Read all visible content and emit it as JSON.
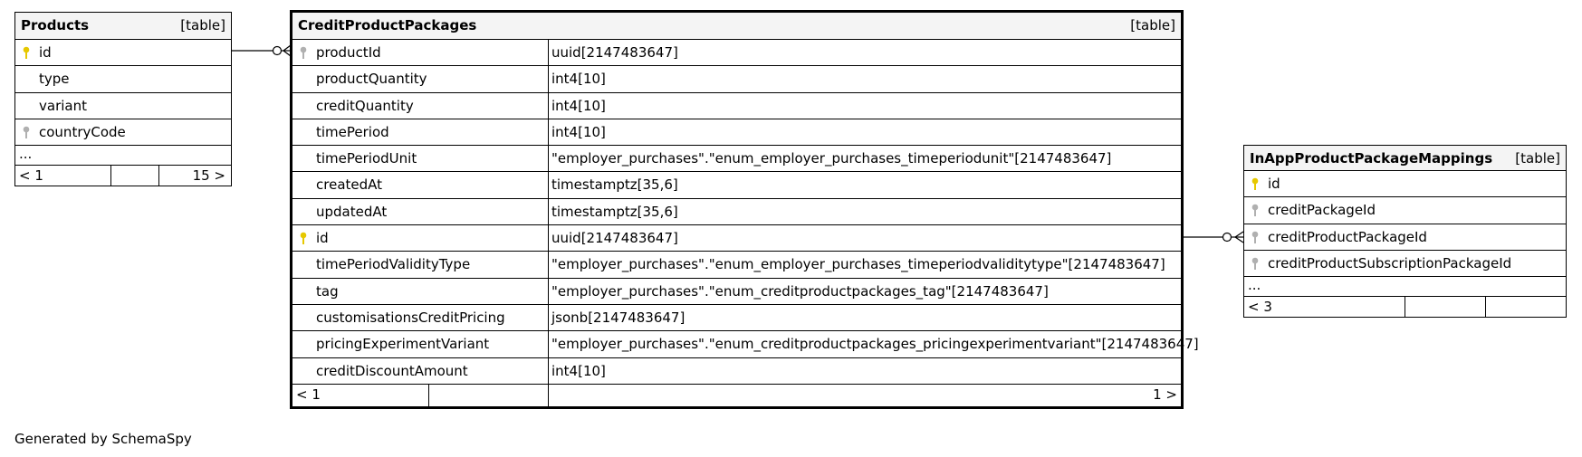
{
  "products": {
    "name": "Products",
    "kind": "[table]",
    "columns": [
      "id",
      "type",
      "variant",
      "countryCode"
    ],
    "ellipsis": "...",
    "nav_prev": "< 1",
    "nav_next": "15 >"
  },
  "credit_packages": {
    "name": "CreditProductPackages",
    "kind": "[table]",
    "rows": [
      {
        "col": "productId",
        "type": "uuid[2147483647]"
      },
      {
        "col": "productQuantity",
        "type": "int4[10]"
      },
      {
        "col": "creditQuantity",
        "type": "int4[10]"
      },
      {
        "col": "timePeriod",
        "type": "int4[10]"
      },
      {
        "col": "timePeriodUnit",
        "type": "\"employer_purchases\".\"enum_employer_purchases_timeperiodunit\"[2147483647]"
      },
      {
        "col": "createdAt",
        "type": "timestamptz[35,6]"
      },
      {
        "col": "updatedAt",
        "type": "timestamptz[35,6]"
      },
      {
        "col": "id",
        "type": "uuid[2147483647]"
      },
      {
        "col": "timePeriodValidityType",
        "type": "\"employer_purchases\".\"enum_employer_purchases_timeperiodvaliditytype\"[2147483647]"
      },
      {
        "col": "tag",
        "type": "\"employer_purchases\".\"enum_creditproductpackages_tag\"[2147483647]"
      },
      {
        "col": "customisationsCreditPricing",
        "type": "jsonb[2147483647]"
      },
      {
        "col": "pricingExperimentVariant",
        "type": "\"employer_purchases\".\"enum_creditproductpackages_pricingexperimentvariant\"[2147483647]"
      },
      {
        "col": "creditDiscountAmount",
        "type": "int4[10]"
      }
    ],
    "nav_prev": "< 1",
    "nav_next": "1 >"
  },
  "mappings": {
    "name": "InAppProductPackageMappings",
    "kind": "[table]",
    "columns": [
      "id",
      "creditPackageId",
      "creditProductPackageId",
      "creditProductSubscriptionPackageId"
    ],
    "ellipsis": "...",
    "nav_prev": "< 3"
  },
  "footer": {
    "generated_by": "Generated by SchemaSpy"
  },
  "colors": {
    "primary_key": "#e6c800",
    "foreign_key": "#b0b0b0",
    "header_bg": "#f4f4f4"
  }
}
